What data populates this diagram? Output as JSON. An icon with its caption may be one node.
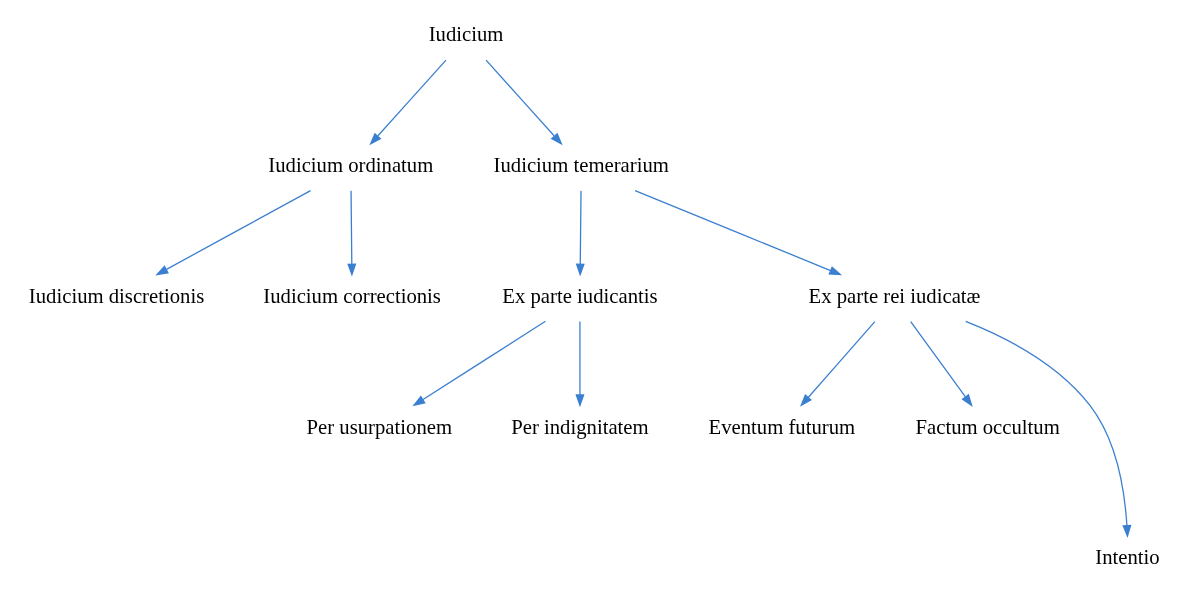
{
  "diagram": {
    "nodes": [
      {
        "text": [
          "Iudicium"
        ]
      },
      {
        "text": [
          "Iudicium ordinatum"
        ]
      },
      {
        "text": [
          "Iudicium temerarium"
        ]
      },
      {
        "text": [
          "Iudicium discretionis"
        ]
      },
      {
        "text": [
          "Iudicium correctionis"
        ]
      },
      {
        "text": [
          "Ex parte iudicantis"
        ]
      },
      {
        "text": [
          "Ex parte rei iudicatæ"
        ]
      },
      {
        "text": [
          "Per usurpationem"
        ]
      },
      {
        "text": [
          "Per indignitatem"
        ]
      },
      {
        "text": [
          "Eventum futurum"
        ]
      },
      {
        "text": [
          "Factum occultum"
        ]
      },
      {
        "text": [
          "Intentio"
        ]
      }
    ],
    "edges": [
      {
        "from": 0,
        "to": 1,
        "arrow": "to"
      },
      {
        "from": 0,
        "to": 2,
        "arrow": "to"
      },
      {
        "from": 1,
        "to": 3,
        "arrow": "to"
      },
      {
        "from": 1,
        "to": 4,
        "arrow": "to"
      },
      {
        "from": 2,
        "to": 5,
        "arrow": "to"
      },
      {
        "from": 2,
        "to": 6,
        "arrow": "to"
      },
      {
        "from": 5,
        "to": 7,
        "arrow": "to"
      },
      {
        "from": 5,
        "to": 8,
        "arrow": "to"
      },
      {
        "from": 6,
        "to": 9,
        "arrow": "to"
      },
      {
        "from": 6,
        "to": 11,
        "arrow": "to"
      },
      {
        "from": 6,
        "to": 10,
        "arrow": "to"
      }
    ]
  }
}
